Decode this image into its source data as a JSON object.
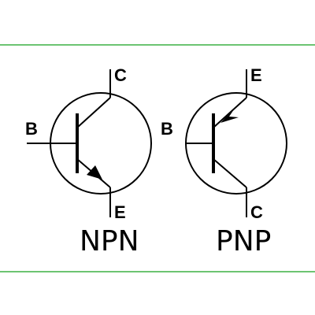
{
  "frame": {
    "border_color": "#3cb043"
  },
  "npn": {
    "type_label": "NPN",
    "collector_label": "C",
    "base_label": "B",
    "emitter_label": "E"
  },
  "pnp": {
    "type_label": "PNP",
    "emitter_label": "E",
    "base_label": "B",
    "collector_label": "C"
  }
}
